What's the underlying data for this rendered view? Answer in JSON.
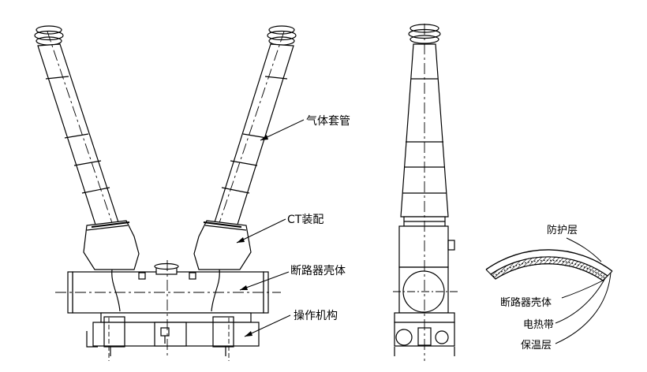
{
  "labels": {
    "gas_bushing": "气体套管",
    "ct_assembly": "CT装配",
    "breaker_shell": "断路器壳体",
    "mechanism": "操作机构",
    "protective_layer": "防护层",
    "breaker_shell_section": "断路器壳体",
    "heating_tape": "电热带",
    "insulation_layer": "保温层"
  },
  "colors": {
    "line": "#000000",
    "background": "#ffffff"
  }
}
